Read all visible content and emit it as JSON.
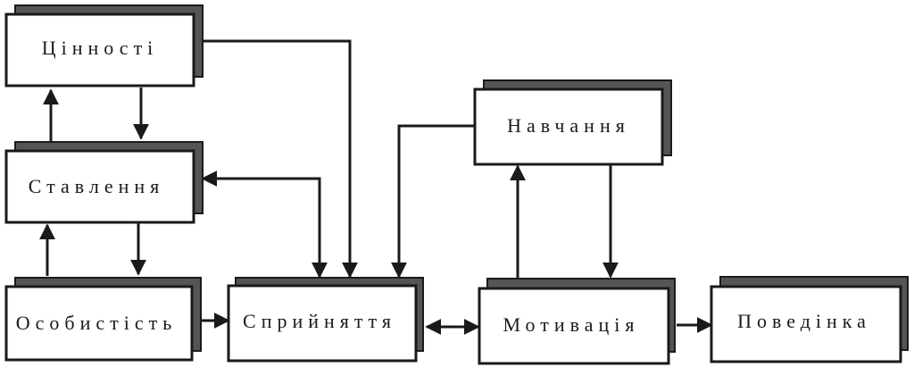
{
  "nodes": {
    "values": "Цінності",
    "attitude": "Ставлення",
    "personality": "Особистість",
    "perception": "Сприйняття",
    "learning": "Навчання",
    "motivation": "Мотивація",
    "behavior": "Поведінка"
  },
  "edges": [
    {
      "from": "values",
      "to": "attitude",
      "direction": "forward"
    },
    {
      "from": "attitude",
      "to": "values",
      "direction": "forward"
    },
    {
      "from": "attitude",
      "to": "personality",
      "direction": "forward"
    },
    {
      "from": "personality",
      "to": "attitude",
      "direction": "forward"
    },
    {
      "from": "values",
      "to": "perception",
      "direction": "forward"
    },
    {
      "from": "perception",
      "to": "attitude",
      "direction": "both"
    },
    {
      "from": "learning",
      "to": "perception",
      "direction": "forward"
    },
    {
      "from": "personality",
      "to": "perception",
      "direction": "forward"
    },
    {
      "from": "perception",
      "to": "motivation",
      "direction": "both"
    },
    {
      "from": "motivation",
      "to": "learning",
      "direction": "forward"
    },
    {
      "from": "learning",
      "to": "motivation",
      "direction": "forward"
    },
    {
      "from": "motivation",
      "to": "behavior",
      "direction": "forward"
    }
  ]
}
